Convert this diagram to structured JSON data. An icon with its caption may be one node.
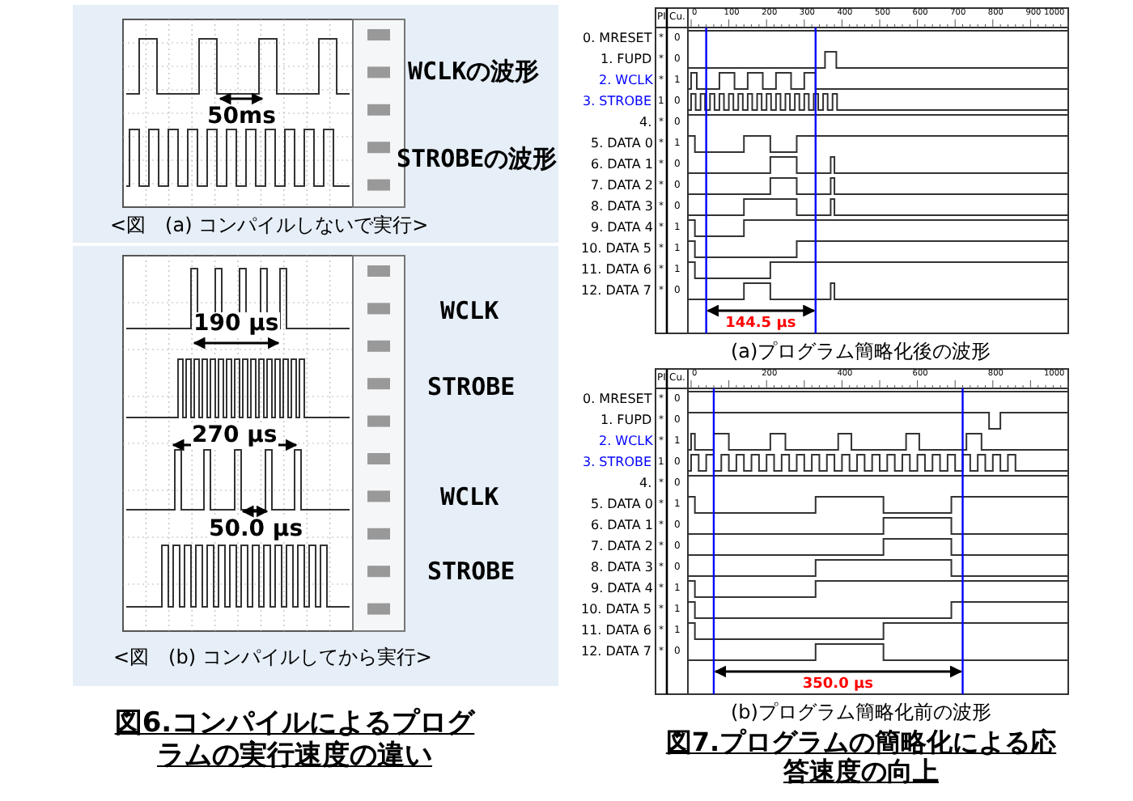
{
  "diagram": {
    "labels": [
      "WCLKの波形",
      "50ms",
      "STROBEの波形",
      "<図　(a) コンパイルしないで実行>",
      "WCLK",
      "190 μs",
      "STROBE",
      "270 μs",
      "WCLK",
      "50.0 μs",
      "STROBE",
      "<図　(b) コンパイルしてから実行>",
      "図6.コンパイルによるプログラムの実行速度の違い",
      "PI",
      "Cu.",
      "0",
      "100",
      "200",
      "300",
      "400",
      "500",
      "600",
      "700",
      "800",
      "900",
      "1000",
      "0. MRESET",
      "*",
      "0",
      "1. FUPD",
      "*",
      "0",
      "2. WCLK",
      "*",
      "1",
      "3. STROBE",
      "1",
      "0",
      "4.",
      "*",
      "0",
      "5. DATA 0",
      "*",
      "1",
      "6. DATA 1",
      "*",
      "0",
      "7. DATA 2",
      "*",
      "0",
      "8. DATA 3",
      "*",
      "0",
      "9. DATA 4",
      "*",
      "1",
      "10. DATA 5",
      "*",
      "1",
      "11. DATA 6",
      "*",
      "1",
      "12. DATA 7",
      "*",
      "0",
      "144.5 μs",
      "(a)プログラム簡略化後の波形",
      "PI",
      "Cu.",
      "0",
      "200",
      "400",
      "600",
      "800",
      "1000",
      "0. MRESET",
      "*",
      "0",
      "1. FUPD",
      "*",
      "0",
      "2. WCLK",
      "*",
      "1",
      "3. STROBE",
      "1",
      "0",
      "4.",
      "*",
      "0",
      "5. DATA 0",
      "*",
      "1",
      "6. DATA 1",
      "*",
      "0",
      "7. DATA 2",
      "*",
      "0",
      "8. DATA 3",
      "*",
      "0",
      "9. DATA 4",
      "*",
      "1",
      "10. DATA 5",
      "*",
      "1",
      "11. DATA 6",
      "*",
      "1",
      "12. DATA 7",
      "*",
      "0",
      "350.0 μs",
      "(b)プログラム簡略化前の波形",
      "図7.プログラムの簡略化による応答速度の向上"
    ]
  }
}
